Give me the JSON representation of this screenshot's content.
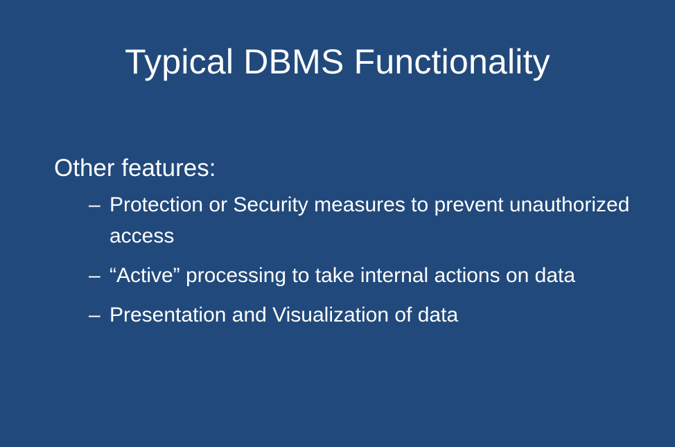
{
  "slide": {
    "title": "Typical DBMS Functionality",
    "heading": "Other features:",
    "bullets": [
      {
        "marker": "–",
        "text": "Protection or Security measures to prevent unauthorized access"
      },
      {
        "marker": "–",
        "text": "“Active” processing to take internal actions on data"
      },
      {
        "marker": "–",
        "text": "Presentation and Visualization of data"
      }
    ],
    "colors": {
      "background": "#21497b",
      "text": "#ffffff"
    }
  }
}
